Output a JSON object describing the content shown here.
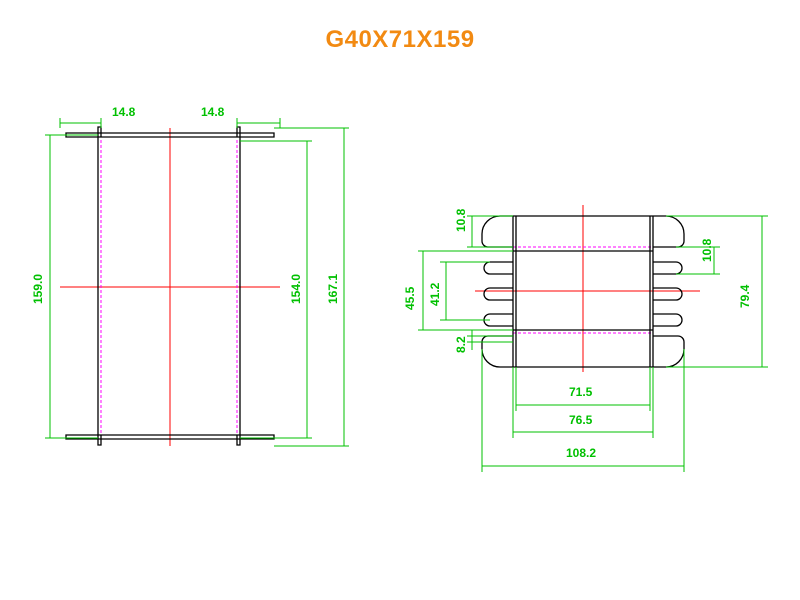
{
  "title": "G40X71X159",
  "colors": {
    "title": "#f28a12",
    "outline": "#000000",
    "dimension": "#00c000",
    "centerline": "#ff0000",
    "hidden": "#ff00ff"
  },
  "side_view": {
    "dims": {
      "flange_left": "14.8",
      "flange_right": "14.8",
      "total_height": "159.0",
      "inner_height": "154.0",
      "outer_height": "167.1"
    }
  },
  "end_view": {
    "dims": {
      "top_rib": "10.8",
      "right_rib": "10.8",
      "slot_outer": "45.5",
      "slot_inner": "41.2",
      "bottom_rib": "8.2",
      "height": "79.4",
      "inner_width": "71.5",
      "middle_width": "76.5",
      "overall_width": "108.2"
    }
  }
}
